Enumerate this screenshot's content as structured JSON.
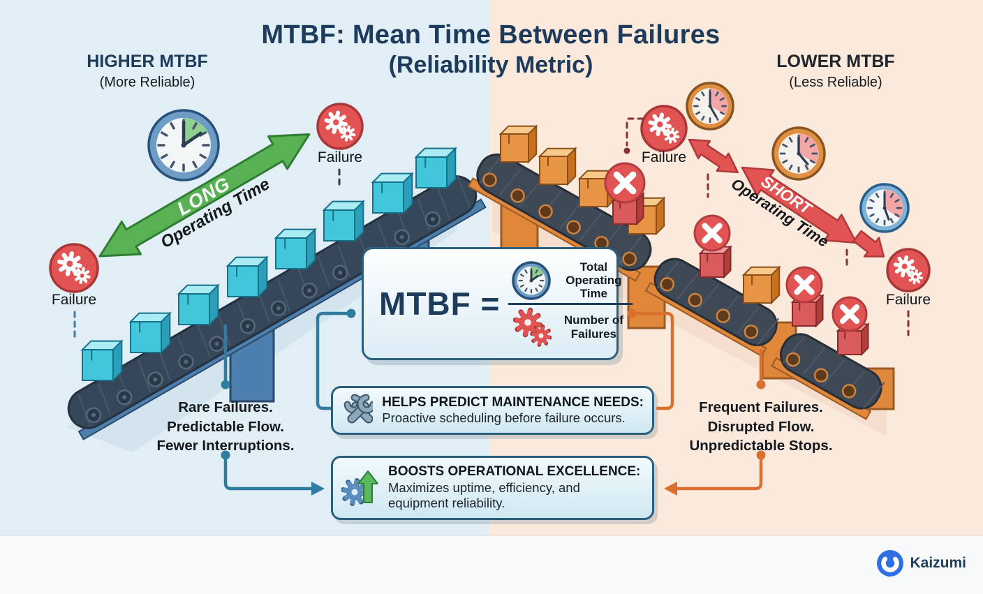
{
  "title": {
    "line1": "MTBF: Mean Time Between Failures",
    "line2": "(Reliability Metric)"
  },
  "left_panel": {
    "heading": "HIGHER MTBF",
    "subheading": "(More Reliable)",
    "duration_word": "LONG",
    "duration_label": "Operating Time",
    "failure_top": "Failure",
    "failure_side": "Failure",
    "summary": [
      "Rare Failures.",
      "Predictable Flow.",
      "Fewer Interruptions."
    ]
  },
  "right_panel": {
    "heading": "LOWER MTBF",
    "subheading": "(Less Reliable)",
    "duration_word": "SHORT",
    "duration_label": "Operating Time",
    "failure_top": "Failure",
    "failure_side": "Failure",
    "summary": [
      "Frequent Failures.",
      "Disrupted Flow.",
      "Unpredictable Stops."
    ]
  },
  "formula": {
    "lhs": "MTBF =",
    "numerator": "Total Operating Time",
    "numerator_icon": "clock-icon",
    "denominator": "Number of Failures",
    "denominator_icon": "gears-icon"
  },
  "callouts": {
    "maintenance": {
      "icon": "crossed-wrenches-icon",
      "title": "HELPS PREDICT MAINTENANCE NEEDS:",
      "body": "Proactive scheduling before failure occurs."
    },
    "excellence": {
      "icon": "gear-up-arrow-icon",
      "title": "BOOSTS OPERATIONAL EXCELLENCE:",
      "body": "Maximizes uptime, efficiency, and equipment reliability."
    }
  },
  "brand": {
    "name": "Kaizumi",
    "icon": "kaizumi-logo"
  },
  "colors": {
    "left_bg": "#e1eef5",
    "right_bg": "#fbe9dc",
    "footer_bg": "#f8f9fb",
    "navy": "#1d3b5a",
    "green_arrow": "#58b254",
    "red": "#e25353",
    "teal_connector": "#2e7ca0",
    "orange_connector": "#d9702f",
    "brand_blue": "#2f6fe4"
  }
}
